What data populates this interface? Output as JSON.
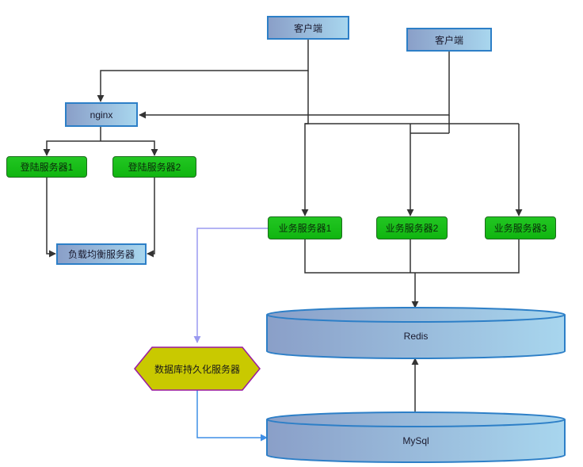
{
  "nodes": {
    "client1": "客户端",
    "client2": "客户端",
    "nginx": "nginx",
    "login1": "登陆服务器1",
    "login2": "登陆服务器2",
    "load_balancer": "负载均衡服务器",
    "biz1": "业务服务器1",
    "biz2": "业务服务器2",
    "biz3": "业务服务器3",
    "redis": "Redis",
    "persist": "数据库持久化服务器",
    "mysql": "MySql"
  },
  "colors": {
    "line": "#333333",
    "persist_line": "#9a9af0",
    "mysql_line": "#3f8fe6",
    "box_border": "#2d7fc7",
    "green": "#17bd17",
    "hex_fill": "#c9c900",
    "hex_border": "#9a1aa0"
  }
}
